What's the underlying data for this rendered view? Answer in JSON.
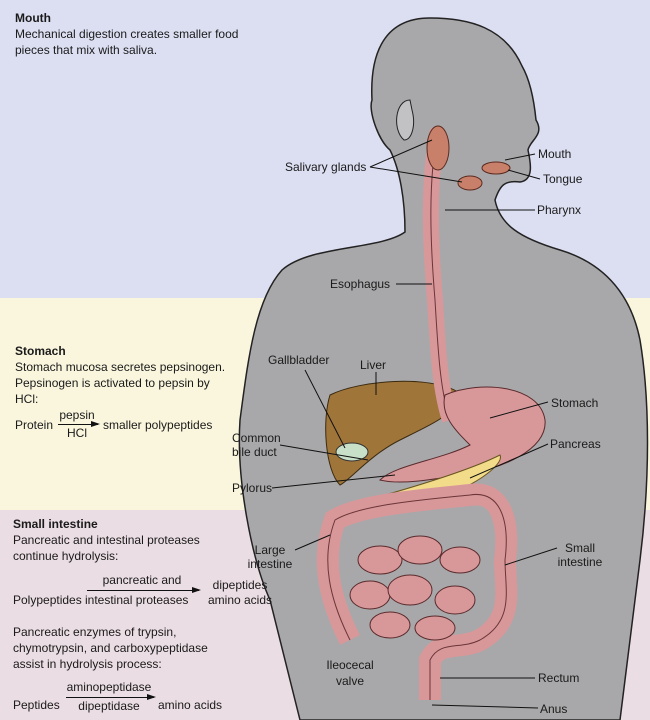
{
  "sections": {
    "mouth": {
      "title": "Mouth",
      "lines": [
        "Mechanical digestion creates smaller food",
        "pieces that mix with saliva."
      ]
    },
    "stomach": {
      "title": "Stomach",
      "lines": [
        "Stomach mucosa secretes pepsinogen.",
        "Pepsinogen is activated to pepsin by",
        "HCl:"
      ],
      "reaction": {
        "substrate": "Protein",
        "above": "pepsin",
        "below": "HCl",
        "product": "smaller polypeptides"
      }
    },
    "small_intestine": {
      "title": "Small intestine",
      "lines": [
        "Pancreatic and intestinal proteases",
        "continue hydrolysis:"
      ],
      "reaction1": {
        "substrate": "Polypeptides",
        "above": "pancreatic and",
        "below": "intestinal proteases",
        "product1": "dipeptides",
        "product2": "amino acids"
      },
      "lines2": [
        "Pancreatic enzymes of trypsin,",
        "chymotrypsin, and carboxypeptidase",
        "assist in hydrolysis process:"
      ],
      "reaction2": {
        "substrate": "Peptides",
        "above": "aminopeptidase",
        "below": "dipeptidase",
        "product": "amino acids"
      }
    }
  },
  "labels": {
    "salivary_glands": "Salivary glands",
    "mouth": "Mouth",
    "tongue": "Tongue",
    "pharynx": "Pharynx",
    "esophagus": "Esophagus",
    "gallbladder": "Gallbladder",
    "liver": "Liver",
    "stomach": "Stomach",
    "common_bile_duct_1": "Common",
    "common_bile_duct_2": "bile duct",
    "pancreas": "Pancreas",
    "pylorus": "Pylorus",
    "large_intestine_1": "Large",
    "large_intestine_2": "intestine",
    "small_intestine_1": "Small",
    "small_intestine_2": "intestine",
    "ileocecal_valve_1": "Ileocecal",
    "ileocecal_valve_2": "valve",
    "rectum": "Rectum",
    "anus": "Anus"
  },
  "colors": {
    "band_top": "#dcdff2",
    "band_mid": "#faf6dd",
    "band_bottom": "#eadde3",
    "body": "#a8a8aa",
    "tract": "#d8989a",
    "liver": "#a0753a"
  }
}
